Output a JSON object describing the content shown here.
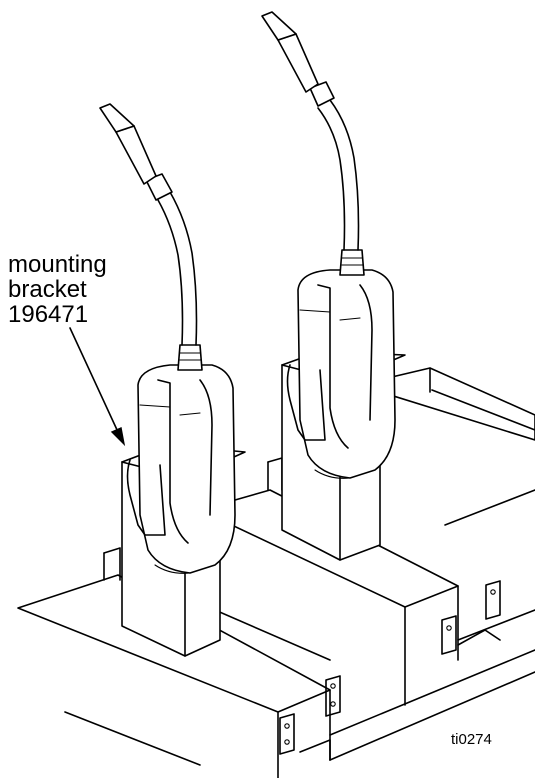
{
  "callout": {
    "line1": "mounting",
    "line2": "bracket",
    "line3": "196471"
  },
  "figure_id": "ti0274",
  "icons": {
    "left_nozzle": "dispense-valve-icon",
    "right_nozzle": "dispense-valve-icon",
    "arrow": "leader-arrow-icon"
  },
  "colors": {
    "line": "#000000",
    "background": "#ffffff"
  }
}
